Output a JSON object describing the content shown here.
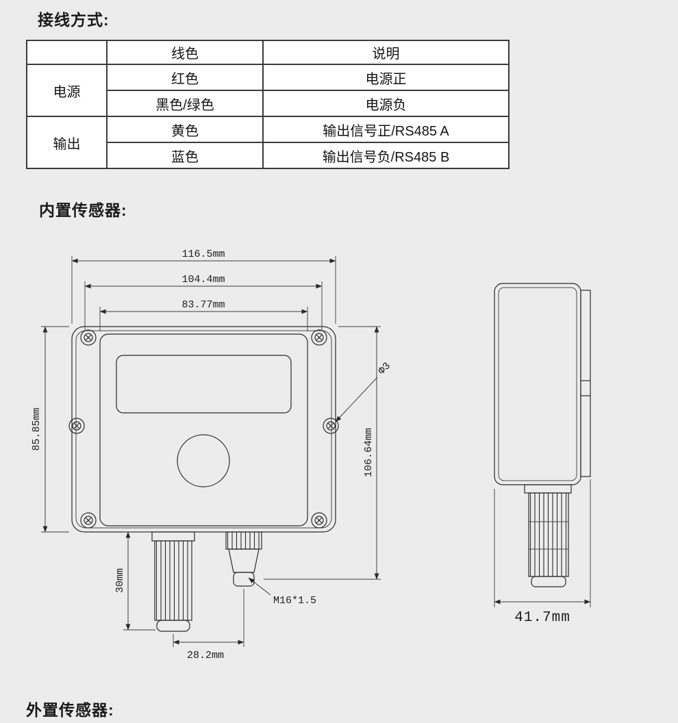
{
  "colors": {
    "background": "#ececec",
    "table_background": "#ffffff",
    "table_border": "#3a3a3a",
    "drawing_line": "#2a2a2a"
  },
  "sections": {
    "wiring_title": "接线方式:",
    "builtin_title": "内置传感器:",
    "external_title": "外置传感器:"
  },
  "wiring_table": {
    "col_headers": [
      "线色",
      "说明"
    ],
    "groups": [
      {
        "label": "电源",
        "rows": [
          {
            "color": "红色",
            "desc": "电源正"
          },
          {
            "color": "黑色/绿色",
            "desc": "电源负"
          }
        ]
      },
      {
        "label": "输出",
        "rows": [
          {
            "color": "黄色",
            "desc": "输出信号正/RS485 A"
          },
          {
            "color": "蓝色",
            "desc": "输出信号负/RS485 B"
          }
        ]
      }
    ]
  },
  "drawing": {
    "front": {
      "dim_width_total": "116.5mm",
      "dim_width_mount": "104.4mm",
      "dim_width_inner": "83.77mm",
      "dim_height_left": "85.85mm",
      "dim_height_right": "106.64mm",
      "dim_probe_length": "30mm",
      "dim_probe_gland_spacing": "28.2mm",
      "hole_diameter_label": "Φ3",
      "gland_thread_label": "M16*1.5"
    },
    "side": {
      "dim_depth": "41.7mm"
    }
  }
}
